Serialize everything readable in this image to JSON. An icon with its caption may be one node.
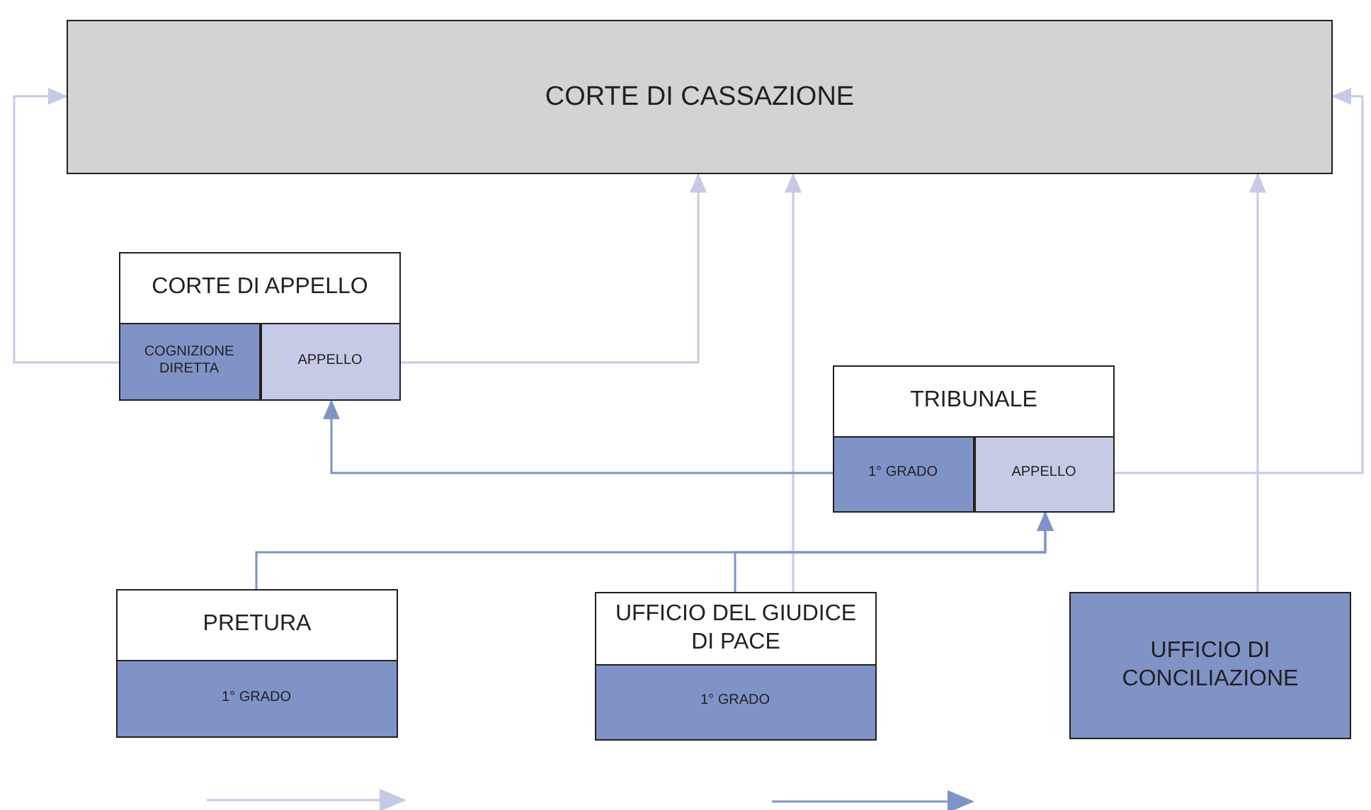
{
  "diagram": {
    "nodes": [
      {
        "text": [
          "CORTE DI CASSAZIONE"
        ]
      },
      {
        "text": [
          "CORTE DI APPELLO"
        ]
      },
      {
        "text": [
          "COGNIZIONE DIRETTA"
        ],
        "in": 1
      },
      {
        "text": [
          "APPELLO"
        ],
        "in": 1
      },
      {
        "text": [
          "TRIBUNALE"
        ]
      },
      {
        "text": [
          "1° GRADO"
        ],
        "in": 4
      },
      {
        "text": [
          "APPELLO"
        ],
        "in": 4
      },
      {
        "text": [
          "PRETURA"
        ]
      },
      {
        "text": [
          "1° GRADO"
        ],
        "in": 7
      },
      {
        "text": [
          "UFFICIO DEL GIUDICE DI PACE"
        ]
      },
      {
        "text": [
          "1° GRADO"
        ],
        "in": 9
      },
      {
        "text": [
          "UFFICIO DI CONCILIAZIONE"
        ]
      }
    ],
    "edges": [
      {
        "from": 2,
        "to": 0,
        "arrow": "to"
      },
      {
        "from": 3,
        "to": 0,
        "arrow": "to"
      },
      {
        "from": 6,
        "to": 0,
        "arrow": "to"
      },
      {
        "from": 9,
        "to": 0,
        "arrow": "to"
      },
      {
        "from": 11,
        "to": 0,
        "arrow": "to"
      },
      {
        "from": 5,
        "to": 3,
        "arrow": "to",
        "color": "#7f93c6"
      },
      {
        "from": 7,
        "to": 6,
        "arrow": "to",
        "color": "#7f93c6"
      },
      {
        "from": 9,
        "to": 6,
        "arrow": "to",
        "color": "#7f93c6"
      }
    ]
  }
}
